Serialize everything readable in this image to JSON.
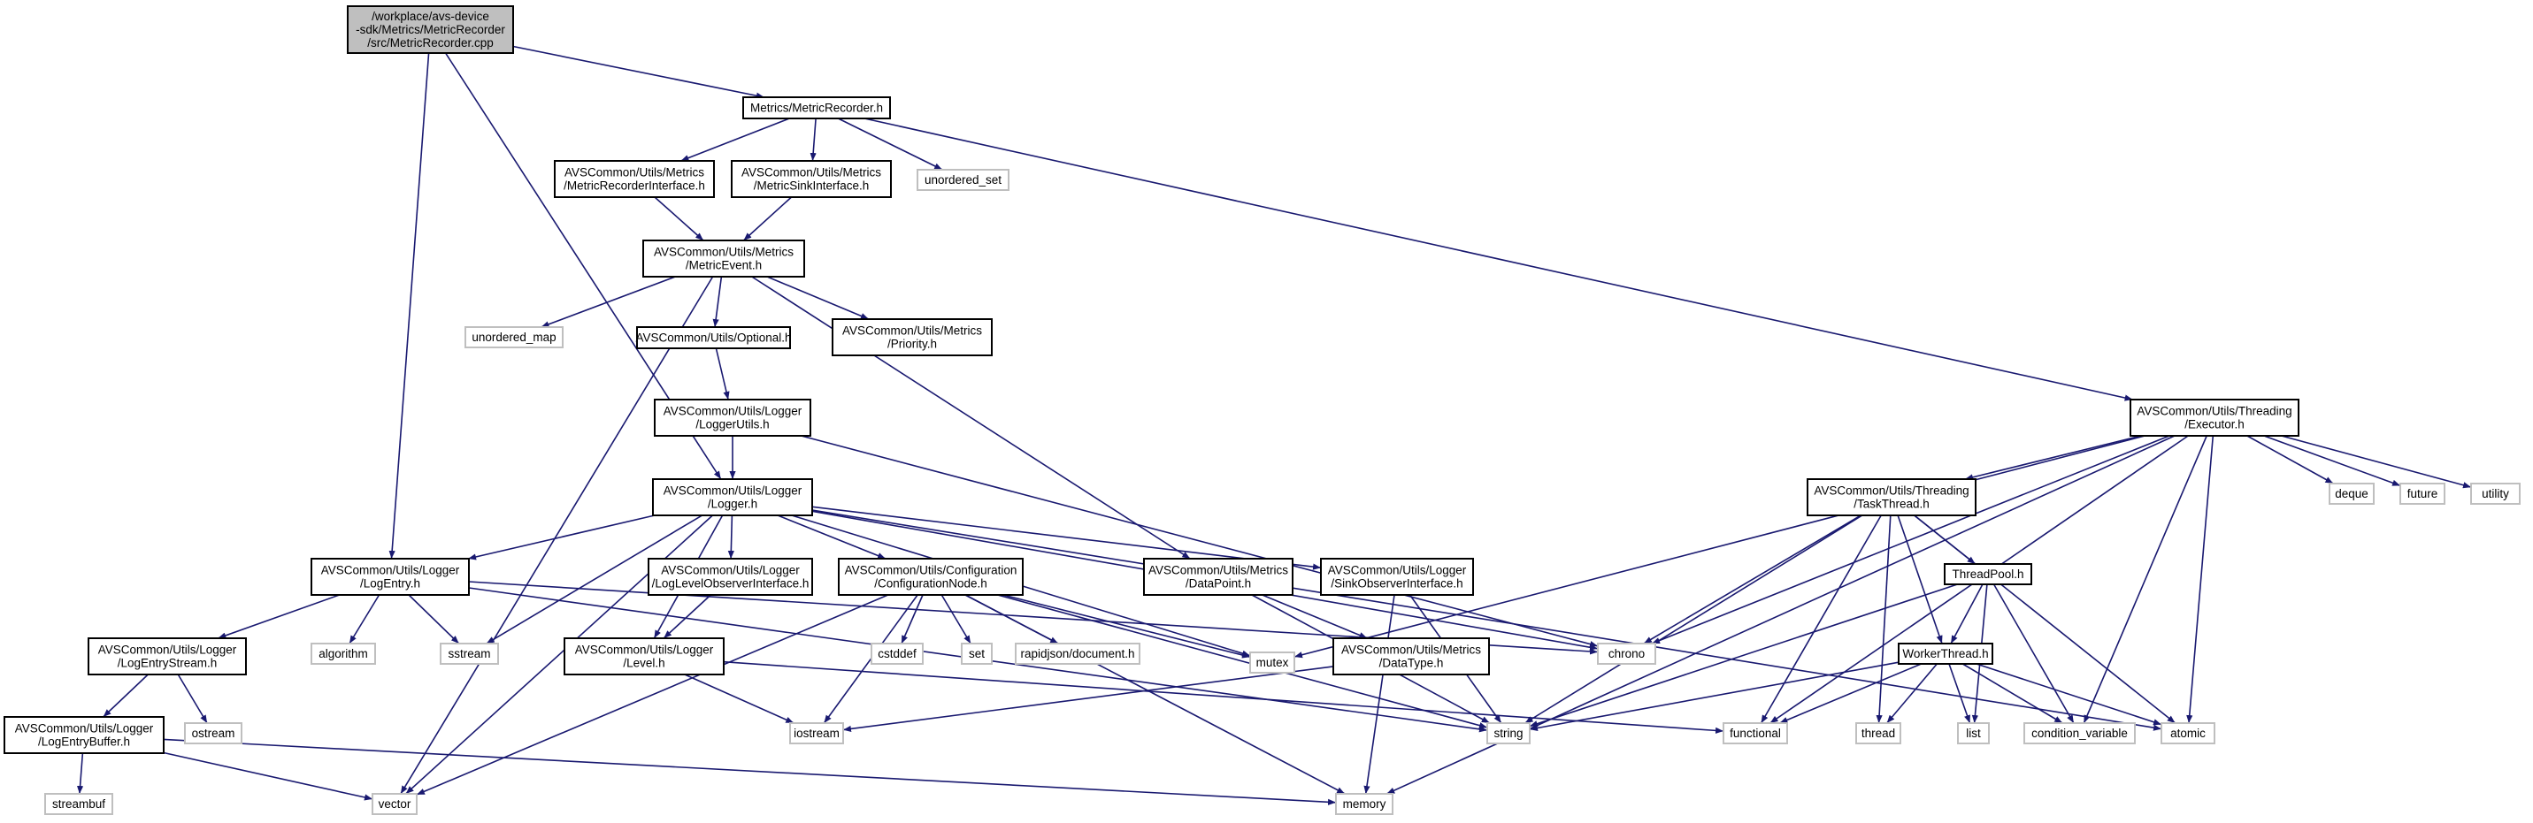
{
  "colors": {
    "edge": "#191970",
    "node_border": "#000000",
    "sys_border": "#bfbfbf",
    "root_fill": "#bfbfbf",
    "node_fill": "#ffffff",
    "text": "#000000"
  },
  "nodes": [
    {
      "id": "root",
      "lines": [
        "/workplace/avs-device",
        "-sdk/Metrics/MetricRecorder",
        "/src/MetricRecorder.cpp"
      ],
      "style": "root"
    },
    {
      "id": "metricrecorder_h",
      "lines": [
        "Metrics/MetricRecorder.h"
      ],
      "style": "normal"
    },
    {
      "id": "recorder_iface",
      "lines": [
        "AVSCommon/Utils/Metrics",
        "/MetricRecorderInterface.h"
      ],
      "style": "normal"
    },
    {
      "id": "sink_iface",
      "lines": [
        "AVSCommon/Utils/Metrics",
        "/MetricSinkInterface.h"
      ],
      "style": "normal"
    },
    {
      "id": "unordered_set",
      "lines": [
        "unordered_set"
      ],
      "style": "system"
    },
    {
      "id": "metricevent",
      "lines": [
        "AVSCommon/Utils/Metrics",
        "/MetricEvent.h"
      ],
      "style": "normal"
    },
    {
      "id": "unordered_map",
      "lines": [
        "unordered_map"
      ],
      "style": "system"
    },
    {
      "id": "optional",
      "lines": [
        "AVSCommon/Utils/Optional.h"
      ],
      "style": "normal"
    },
    {
      "id": "priority",
      "lines": [
        "AVSCommon/Utils/Metrics",
        "/Priority.h"
      ],
      "style": "normal"
    },
    {
      "id": "loggerutils",
      "lines": [
        "AVSCommon/Utils/Logger",
        "/LoggerUtils.h"
      ],
      "style": "normal"
    },
    {
      "id": "logger",
      "lines": [
        "AVSCommon/Utils/Logger",
        "/Logger.h"
      ],
      "style": "normal"
    },
    {
      "id": "executor",
      "lines": [
        "AVSCommon/Utils/Threading",
        "/Executor.h"
      ],
      "style": "normal"
    },
    {
      "id": "logentry",
      "lines": [
        "AVSCommon/Utils/Logger",
        "/LogEntry.h"
      ],
      "style": "normal"
    },
    {
      "id": "loglevelobs",
      "lines": [
        "AVSCommon/Utils/Logger",
        "/LogLevelObserverInterface.h"
      ],
      "style": "normal"
    },
    {
      "id": "confignode",
      "lines": [
        "AVSCommon/Utils/Configuration",
        "/ConfigurationNode.h"
      ],
      "style": "normal"
    },
    {
      "id": "datapoint",
      "lines": [
        "AVSCommon/Utils/Metrics",
        "/DataPoint.h"
      ],
      "style": "normal"
    },
    {
      "id": "sinkobs",
      "lines": [
        "AVSCommon/Utils/Logger",
        "/SinkObserverInterface.h"
      ],
      "style": "normal"
    },
    {
      "id": "taskthread",
      "lines": [
        "AVSCommon/Utils/Threading",
        "/TaskThread.h"
      ],
      "style": "normal"
    },
    {
      "id": "deque",
      "lines": [
        "deque"
      ],
      "style": "system"
    },
    {
      "id": "future",
      "lines": [
        "future"
      ],
      "style": "system"
    },
    {
      "id": "utility",
      "lines": [
        "utility"
      ],
      "style": "system"
    },
    {
      "id": "threadpool",
      "lines": [
        "ThreadPool.h"
      ],
      "style": "normal"
    },
    {
      "id": "logentrystream",
      "lines": [
        "AVSCommon/Utils/Logger",
        "/LogEntryStream.h"
      ],
      "style": "normal"
    },
    {
      "id": "algorithm",
      "lines": [
        "algorithm"
      ],
      "style": "system"
    },
    {
      "id": "sstream",
      "lines": [
        "sstream"
      ],
      "style": "system"
    },
    {
      "id": "level",
      "lines": [
        "AVSCommon/Utils/Logger",
        "/Level.h"
      ],
      "style": "normal"
    },
    {
      "id": "cstddef",
      "lines": [
        "cstddef"
      ],
      "style": "system"
    },
    {
      "id": "set",
      "lines": [
        "set"
      ],
      "style": "system"
    },
    {
      "id": "rapidjson",
      "lines": [
        "rapidjson/document.h"
      ],
      "style": "system"
    },
    {
      "id": "mutex",
      "lines": [
        "mutex"
      ],
      "style": "system"
    },
    {
      "id": "datatype",
      "lines": [
        "AVSCommon/Utils/Metrics",
        "/DataType.h"
      ],
      "style": "normal"
    },
    {
      "id": "chrono",
      "lines": [
        "chrono"
      ],
      "style": "system"
    },
    {
      "id": "workerthread",
      "lines": [
        "WorkerThread.h"
      ],
      "style": "normal"
    },
    {
      "id": "logentrybuffer",
      "lines": [
        "AVSCommon/Utils/Logger",
        "/LogEntryBuffer.h"
      ],
      "style": "normal"
    },
    {
      "id": "ostream",
      "lines": [
        "ostream"
      ],
      "style": "system"
    },
    {
      "id": "iostream",
      "lines": [
        "iostream"
      ],
      "style": "system"
    },
    {
      "id": "string",
      "lines": [
        "string"
      ],
      "style": "system"
    },
    {
      "id": "functional",
      "lines": [
        "functional"
      ],
      "style": "system"
    },
    {
      "id": "thread",
      "lines": [
        "thread"
      ],
      "style": "system"
    },
    {
      "id": "list",
      "lines": [
        "list"
      ],
      "style": "system"
    },
    {
      "id": "condvar",
      "lines": [
        "condition_variable"
      ],
      "style": "system"
    },
    {
      "id": "atomic",
      "lines": [
        "atomic"
      ],
      "style": "system"
    },
    {
      "id": "streambuf",
      "lines": [
        "streambuf"
      ],
      "style": "system"
    },
    {
      "id": "vector",
      "lines": [
        "vector"
      ],
      "style": "system"
    },
    {
      "id": "memory",
      "lines": [
        "memory"
      ],
      "style": "system"
    }
  ],
  "edges": [
    [
      "root",
      "metricrecorder_h"
    ],
    [
      "root",
      "logentry"
    ],
    [
      "root",
      "logger"
    ],
    [
      "metricrecorder_h",
      "recorder_iface"
    ],
    [
      "metricrecorder_h",
      "sink_iface"
    ],
    [
      "metricrecorder_h",
      "unordered_set"
    ],
    [
      "metricrecorder_h",
      "executor"
    ],
    [
      "recorder_iface",
      "metricevent"
    ],
    [
      "sink_iface",
      "metricevent"
    ],
    [
      "metricevent",
      "unordered_map"
    ],
    [
      "metricevent",
      "optional"
    ],
    [
      "metricevent",
      "priority"
    ],
    [
      "metricevent",
      "datapoint"
    ],
    [
      "metricevent",
      "vector"
    ],
    [
      "optional",
      "loggerutils"
    ],
    [
      "loggerutils",
      "logger"
    ],
    [
      "loggerutils",
      "chrono"
    ],
    [
      "logger",
      "logentry"
    ],
    [
      "logger",
      "loglevelobs"
    ],
    [
      "logger",
      "confignode"
    ],
    [
      "logger",
      "sinkobs"
    ],
    [
      "logger",
      "level"
    ],
    [
      "logger",
      "sstream"
    ],
    [
      "logger",
      "mutex"
    ],
    [
      "logger",
      "chrono"
    ],
    [
      "logger",
      "atomic"
    ],
    [
      "logger",
      "vector"
    ],
    [
      "logentry",
      "logentrystream"
    ],
    [
      "logentry",
      "algorithm"
    ],
    [
      "logentry",
      "sstream"
    ],
    [
      "logentry",
      "string"
    ],
    [
      "logentry",
      "chrono"
    ],
    [
      "logentrystream",
      "logentrybuffer"
    ],
    [
      "logentrystream",
      "ostream"
    ],
    [
      "logentrybuffer",
      "streambuf"
    ],
    [
      "logentrybuffer",
      "vector"
    ],
    [
      "logentrybuffer",
      "memory"
    ],
    [
      "loglevelobs",
      "level"
    ],
    [
      "level",
      "iostream"
    ],
    [
      "level",
      "functional"
    ],
    [
      "confignode",
      "cstddef"
    ],
    [
      "confignode",
      "set"
    ],
    [
      "confignode",
      "rapidjson"
    ],
    [
      "confignode",
      "mutex"
    ],
    [
      "confignode",
      "string"
    ],
    [
      "confignode",
      "iostream"
    ],
    [
      "confignode",
      "vector"
    ],
    [
      "confignode",
      "memory"
    ],
    [
      "datapoint",
      "datatype"
    ],
    [
      "datapoint",
      "string"
    ],
    [
      "datatype",
      "iostream"
    ],
    [
      "sinkobs",
      "string"
    ],
    [
      "sinkobs",
      "memory"
    ],
    [
      "executor",
      "taskthread"
    ],
    [
      "executor",
      "deque"
    ],
    [
      "executor",
      "future"
    ],
    [
      "executor",
      "utility"
    ],
    [
      "executor",
      "chrono"
    ],
    [
      "executor",
      "mutex"
    ],
    [
      "executor",
      "functional"
    ],
    [
      "executor",
      "condvar"
    ],
    [
      "executor",
      "atomic"
    ],
    [
      "executor",
      "memory"
    ],
    [
      "taskthread",
      "threadpool"
    ],
    [
      "taskthread",
      "workerthread"
    ],
    [
      "taskthread",
      "string"
    ],
    [
      "taskthread",
      "chrono"
    ],
    [
      "taskthread",
      "functional"
    ],
    [
      "taskthread",
      "thread"
    ],
    [
      "taskthread",
      "atomic"
    ],
    [
      "threadpool",
      "workerthread"
    ],
    [
      "threadpool",
      "string"
    ],
    [
      "threadpool",
      "list"
    ],
    [
      "threadpool",
      "condvar"
    ],
    [
      "workerthread",
      "string"
    ],
    [
      "workerthread",
      "functional"
    ],
    [
      "workerthread",
      "thread"
    ],
    [
      "workerthread",
      "list"
    ],
    [
      "workerthread",
      "condvar"
    ],
    [
      "workerthread",
      "atomic"
    ]
  ]
}
